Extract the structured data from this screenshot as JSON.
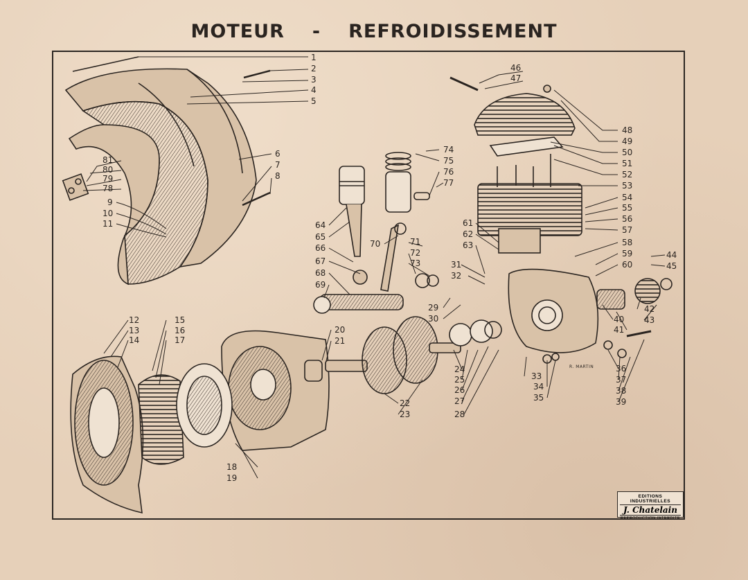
{
  "title": {
    "left": "MOTEUR",
    "separator": "-",
    "right": "REFROIDISSEMENT"
  },
  "signature": "R. MARTIN",
  "stamp": {
    "line1": "EDITIONS INDUSTRIELLES",
    "line2": "J. Chatelain",
    "line3": "REPRODUCTION INTERDITE"
  },
  "callouts": [
    "1",
    "2",
    "3",
    "4",
    "5",
    "6",
    "7",
    "8",
    "9",
    "10",
    "11",
    "12",
    "13",
    "14",
    "15",
    "16",
    "17",
    "18",
    "19",
    "20",
    "21",
    "22",
    "23",
    "24",
    "25",
    "26",
    "27",
    "28",
    "29",
    "30",
    "31",
    "32",
    "33",
    "34",
    "35",
    "36",
    "37",
    "38",
    "39",
    "40",
    "41",
    "42",
    "43",
    "44",
    "45",
    "46",
    "47",
    "48",
    "49",
    "50",
    "51",
    "52",
    "53",
    "54",
    "55",
    "56",
    "57",
    "58",
    "59",
    "60",
    "61",
    "62",
    "63",
    "64",
    "65",
    "66",
    "67",
    "68",
    "69",
    "70",
    "71",
    "72",
    "73",
    "74",
    "75",
    "76",
    "77",
    "78",
    "79",
    "80",
    "81"
  ],
  "colors": {
    "paper": "#e6d0b9",
    "ink": "#2a2420"
  }
}
